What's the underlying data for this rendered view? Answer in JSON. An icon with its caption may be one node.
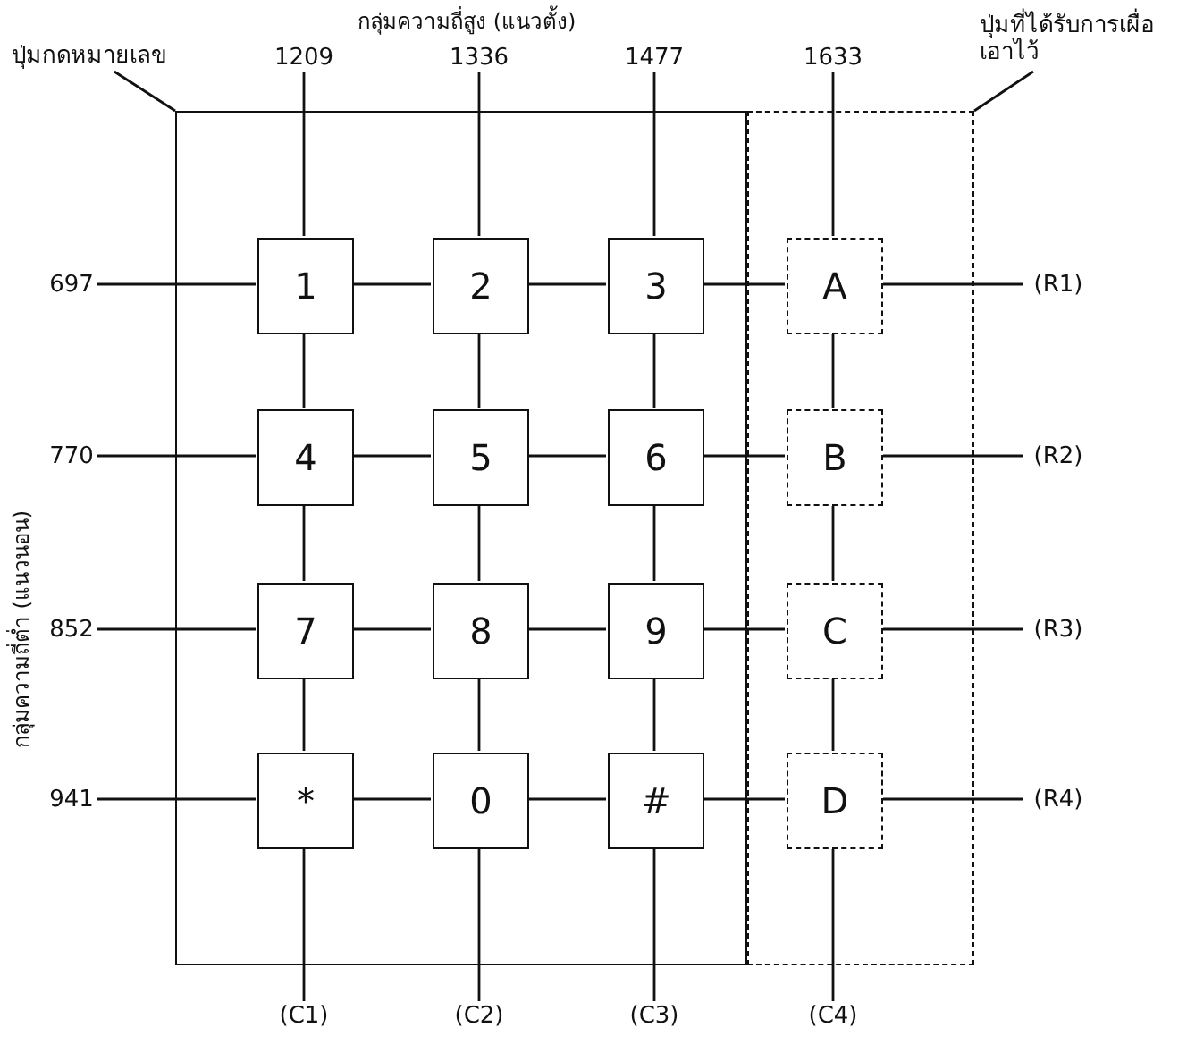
{
  "diagram": {
    "nodes": [
      {
        "text": [
          "ปุ่มกดหมายเลข"
        ]
      },
      {
        "text": [
          "ปุ่มที่ได้รับการเผื่อเอาไว้"
        ]
      },
      {
        "text": [],
        "shape": "box"
      },
      {
        "text": [],
        "shape": "box"
      },
      {
        "text": [
          "1209"
        ]
      },
      {
        "text": [
          "1336"
        ]
      },
      {
        "text": [
          "1477"
        ]
      },
      {
        "text": [
          "1633"
        ]
      },
      {
        "text": [
          "697"
        ]
      },
      {
        "text": [
          "1"
        ],
        "in": 2
      },
      {
        "text": [
          "2"
        ],
        "in": 2
      },
      {
        "text": [
          "3"
        ],
        "in": 2
      },
      {
        "text": [
          "A"
        ],
        "in": 3
      },
      {
        "text": [
          "(R1)"
        ]
      },
      {
        "text": [
          "770"
        ]
      },
      {
        "text": [
          "4"
        ],
        "in": 2
      },
      {
        "text": [
          "5"
        ],
        "in": 2
      },
      {
        "text": [
          "6"
        ],
        "in": 2
      },
      {
        "text": [
          "B"
        ],
        "in": 3
      },
      {
        "text": [
          "(R2)"
        ]
      },
      {
        "text": [
          "852"
        ]
      },
      {
        "text": [
          "7"
        ],
        "in": 2
      },
      {
        "text": [
          "8"
        ],
        "in": 2
      },
      {
        "text": [
          "9"
        ],
        "in": 2
      },
      {
        "text": [
          "C"
        ],
        "in": 3
      },
      {
        "text": [
          "(R3)"
        ]
      },
      {
        "text": [
          "941"
        ]
      },
      {
        "text": [
          "*"
        ],
        "in": 2
      },
      {
        "text": [
          "0"
        ],
        "in": 2
      },
      {
        "text": [
          "#"
        ],
        "in": 2
      },
      {
        "text": [
          "D"
        ],
        "in": 3
      },
      {
        "text": [
          "(R4)"
        ]
      },
      {
        "text": [
          "(C1)"
        ]
      },
      {
        "text": [
          "(C2)"
        ]
      },
      {
        "text": [
          "(C3)"
        ]
      },
      {
        "text": [
          "(C4)"
        ]
      }
    ],
    "edges": [
      {
        "from": 0,
        "to": 2,
        "arrow": "none"
      },
      {
        "from": 1,
        "to": 3,
        "arrow": "none"
      },
      {
        "from": 8,
        "to": 9,
        "arrow": "none"
      },
      {
        "from": 9,
        "to": 10,
        "arrow": "none"
      },
      {
        "from": 10,
        "to": 11,
        "arrow": "none"
      },
      {
        "from": 11,
        "to": 12,
        "arrow": "none"
      },
      {
        "from": 12,
        "to": 13,
        "arrow": "none"
      },
      {
        "from": 14,
        "to": 15,
        "arrow": "none"
      },
      {
        "from": 15,
        "to": 16,
        "arrow": "none"
      },
      {
        "from": 16,
        "to": 17,
        "arrow": "none"
      },
      {
        "from": 17,
        "to": 18,
        "arrow": "none"
      },
      {
        "from": 18,
        "to": 19,
        "arrow": "none"
      },
      {
        "from": 20,
        "to": 21,
        "arrow": "none"
      },
      {
        "from": 21,
        "to": 22,
        "arrow": "none"
      },
      {
        "from": 22,
        "to": 23,
        "arrow": "none"
      },
      {
        "from": 23,
        "to": 24,
        "arrow": "none"
      },
      {
        "from": 24,
        "to": 25,
        "arrow": "none"
      },
      {
        "from": 26,
        "to": 27,
        "arrow": "none"
      },
      {
        "from": 27,
        "to": 28,
        "arrow": "none"
      },
      {
        "from": 28,
        "to": 29,
        "arrow": "none"
      },
      {
        "from": 29,
        "to": 30,
        "arrow": "none"
      },
      {
        "from": 30,
        "to": 31,
        "arrow": "none"
      },
      {
        "from": 4,
        "to": 9,
        "arrow": "none"
      },
      {
        "from": 9,
        "to": 15,
        "arrow": "none"
      },
      {
        "from": 15,
        "to": 21,
        "arrow": "none"
      },
      {
        "from": 21,
        "to": 27,
        "arrow": "none"
      },
      {
        "from": 27,
        "to": 32,
        "arrow": "none"
      },
      {
        "from": 5,
        "to": 10,
        "arrow": "none"
      },
      {
        "from": 10,
        "to": 16,
        "arrow": "none"
      },
      {
        "from": 16,
        "to": 22,
        "arrow": "none"
      },
      {
        "from": 22,
        "to": 28,
        "arrow": "none"
      },
      {
        "from": 28,
        "to": 33,
        "arrow": "none"
      },
      {
        "from": 6,
        "to": 11,
        "arrow": "none"
      },
      {
        "from": 11,
        "to": 17,
        "arrow": "none"
      },
      {
        "from": 17,
        "to": 23,
        "arrow": "none"
      },
      {
        "from": 23,
        "to": 29,
        "arrow": "none"
      },
      {
        "from": 29,
        "to": 34,
        "arrow": "none"
      },
      {
        "from": 7,
        "to": 12,
        "arrow": "none"
      },
      {
        "from": 12,
        "to": 18,
        "arrow": "none"
      },
      {
        "from": 18,
        "to": 24,
        "arrow": "none"
      },
      {
        "from": 24,
        "to": 30,
        "arrow": "none"
      },
      {
        "from": 30,
        "to": 35,
        "arrow": "none"
      }
    ],
    "labels": [
      "กลุ่มความถี่สูง (แนวตั้ง)",
      "กลุ่มความถี่ต่ำ (แนวนอน)"
    ]
  }
}
